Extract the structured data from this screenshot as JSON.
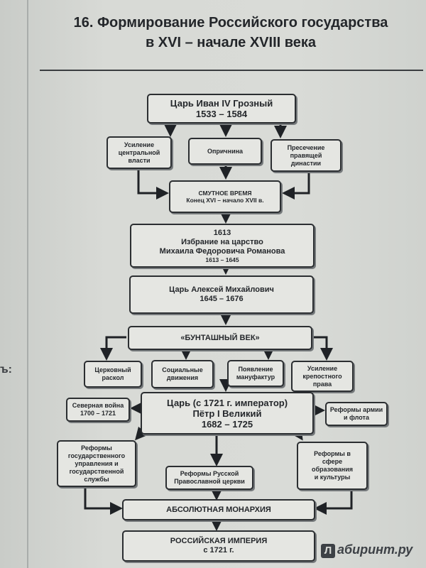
{
  "margin_note": "ъ:",
  "heading": {
    "line1": "16. Формирование Российского государства",
    "line2": "в XVI – начале XVIII века"
  },
  "nodes": {
    "ivan": {
      "line1": "Царь Иван IV Грозный",
      "line2": "1533 – 1584"
    },
    "central_power": {
      "line1": "Усиление",
      "line2": "центральной",
      "line3": "власти"
    },
    "oprichnina": {
      "line1": "Опричнина"
    },
    "dynasty_end": {
      "line1": "Пресечение",
      "line2": "правящей",
      "line3": "династии"
    },
    "troubles": {
      "line1": "СМУТНОЕ ВРЕМЯ",
      "line2": "Конец XVI – начало XVII в."
    },
    "romanov": {
      "line1": "1613",
      "line2": "Избрание на царство",
      "line3": "Михаила Федоровича Романова",
      "line4": "1613 – 1645"
    },
    "alexei": {
      "line1": "Царь Алексей Михайлович",
      "line2": "1645 – 1676"
    },
    "rebel_age": {
      "line1": "«БУНТАШНЫЙ ВЕК»"
    },
    "schism": {
      "line1": "Церковный",
      "line2": "раскол"
    },
    "social": {
      "line1": "Социальные",
      "line2": "движения"
    },
    "manufactures": {
      "line1": "Появление",
      "line2": "мануфактур"
    },
    "serfdom": {
      "line1": "Усиление",
      "line2": "крепостного",
      "line3": "права"
    },
    "peter": {
      "line1": "Царь (с 1721 г. император)",
      "line2": "Пётр I Великий",
      "line3": "1682 – 1725"
    },
    "northern_war": {
      "line1": "Северная война",
      "line2": "1700 – 1721"
    },
    "army_reforms": {
      "line1": "Реформы армии",
      "line2": "и флота"
    },
    "state_reforms": {
      "line1": "Реформы",
      "line2": "государственного",
      "line3": "управления и",
      "line4": "государственной",
      "line5": "службы"
    },
    "church_reforms": {
      "line1": "Реформы Русской",
      "line2": "Православной церкви"
    },
    "education_reforms": {
      "line1": "Реформы в",
      "line2": "сфере",
      "line3": "образования",
      "line4": "и культуры"
    },
    "absolutism": {
      "line1": "АБСОЛЮТНАЯ МОНАРХИЯ"
    },
    "empire": {
      "line1": "РОССИЙСКАЯ ИМПЕРИЯ",
      "line2": "с 1721 г."
    }
  },
  "watermark": {
    "logo": "Л",
    "text": "абиринт.ру"
  }
}
